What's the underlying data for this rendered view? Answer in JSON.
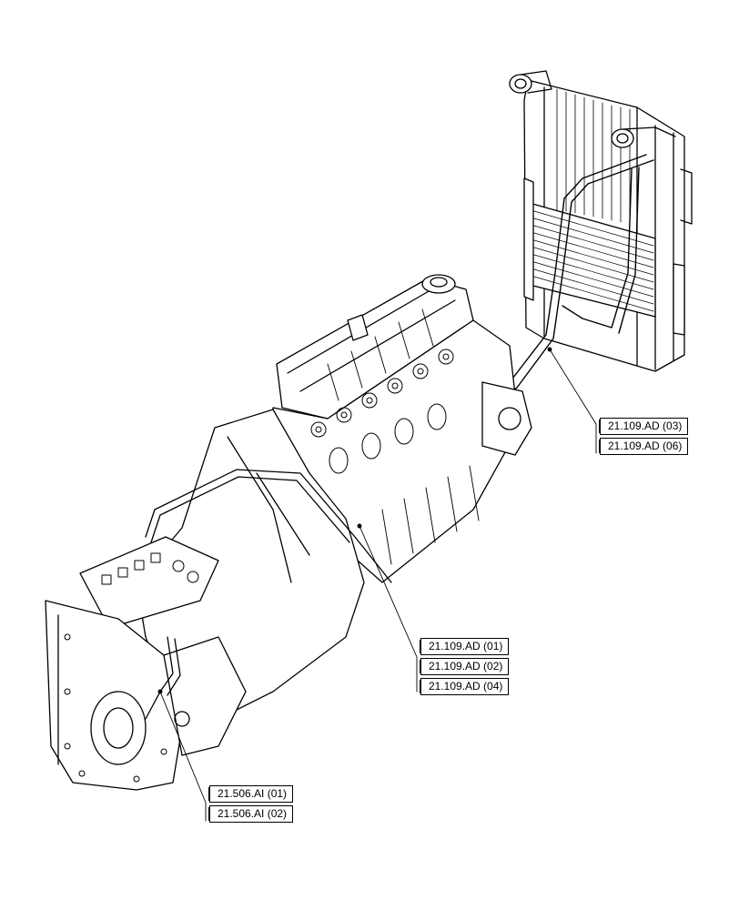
{
  "callouts": {
    "radiator_group": [
      "21.109.AD (03)",
      "21.109.AD (06)"
    ],
    "engine_group": [
      "21.109.AD (01)",
      "21.109.AD (02)",
      "21.109.AD (04)"
    ],
    "transmission_group": [
      "21.506.AI (01)",
      "21.506.AI (02)"
    ]
  },
  "colors": {
    "line": "#000000",
    "background": "#ffffff"
  },
  "illustration": "line-drawing-engine-transmission-radiator-cooling-pipes"
}
